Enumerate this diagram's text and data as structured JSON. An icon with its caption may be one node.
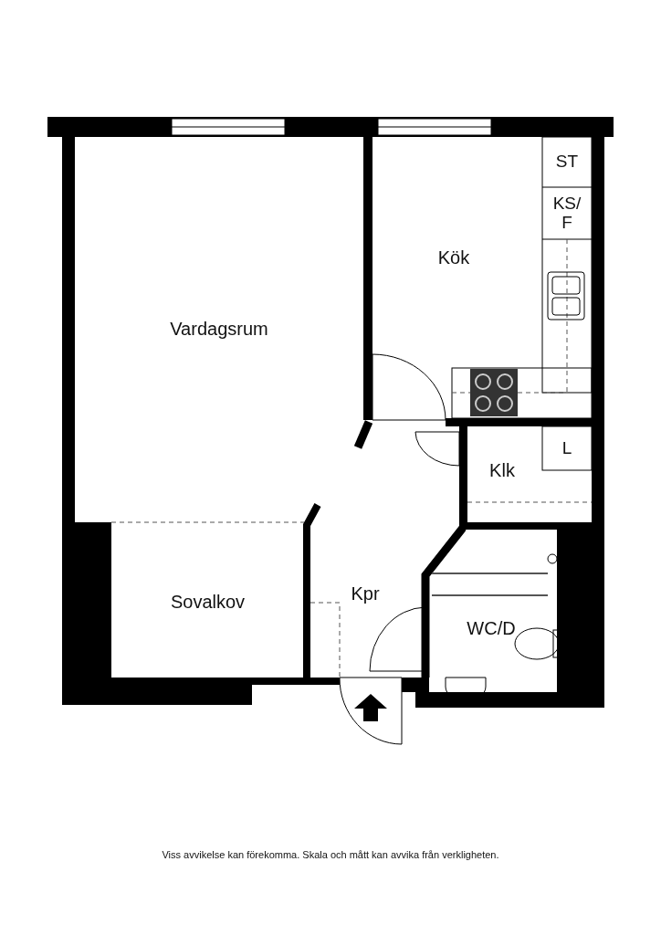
{
  "diagram": {
    "caption": "Viss avvikelse kan förekomma. Skala och mått kan avvika från verkligheten.",
    "nodes": [
      {
        "text": [
          "Vardagsrum"
        ]
      },
      {
        "text": [
          "Kök"
        ]
      },
      {
        "text": [
          "ST"
        ],
        "in": 1
      },
      {
        "text": [
          "KS/ F"
        ],
        "in": 1
      },
      {
        "text": [
          "Klk"
        ]
      },
      {
        "text": [
          "L"
        ],
        "in": 4
      },
      {
        "text": [
          "Sovalkov"
        ]
      },
      {
        "text": [
          "Kpr"
        ]
      },
      {
        "text": [
          "WC/D"
        ]
      }
    ]
  }
}
